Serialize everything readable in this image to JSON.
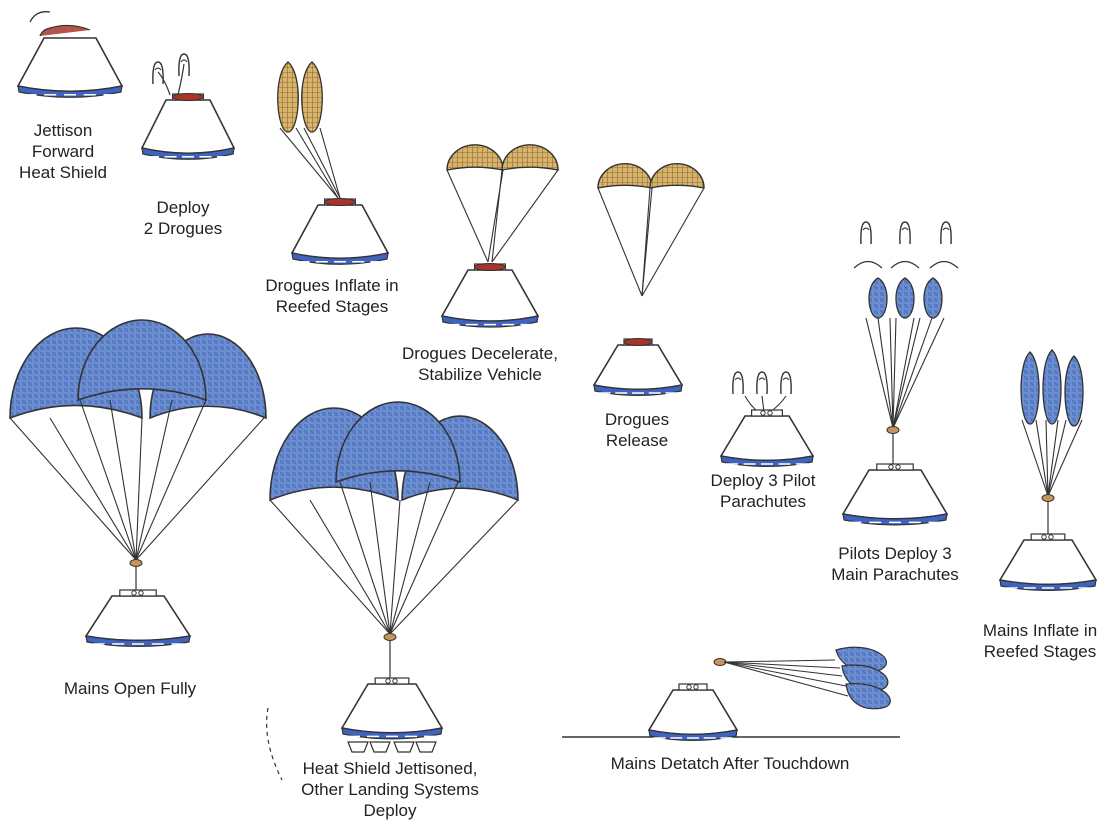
{
  "colors": {
    "main_canopy": "#5b80c8",
    "drogue_canopy": "#d8b36a",
    "line": "#333333",
    "heat_shield_band": "#3f63c0",
    "forward_shield_red": "#a8342a",
    "riser_ring": "#c9935a"
  },
  "steps": [
    {
      "lines": [
        "Jettison",
        "Forward",
        "Heat Shield"
      ]
    },
    {
      "lines": [
        "Deploy",
        "2 Drogues"
      ]
    },
    {
      "lines": [
        "Drogues Inflate in",
        "Reefed Stages"
      ]
    },
    {
      "lines": [
        "Drogues Decelerate,",
        "Stabilize Vehicle"
      ]
    },
    {
      "lines": [
        "Drogues",
        "Release"
      ]
    },
    {
      "lines": [
        "Deploy 3 Pilot",
        "Parachutes"
      ]
    },
    {
      "lines": [
        "Pilots Deploy 3",
        "Main Parachutes"
      ]
    },
    {
      "lines": [
        "Mains Inflate in",
        "Reefed Stages"
      ]
    },
    {
      "lines": [
        "Mains Open Fully"
      ]
    },
    {
      "lines": [
        "Heat Shield Jettisoned,",
        "Other Landing Systems",
        "Deploy"
      ]
    },
    {
      "lines": [
        "Mains Detatch After Touchdown"
      ]
    }
  ]
}
